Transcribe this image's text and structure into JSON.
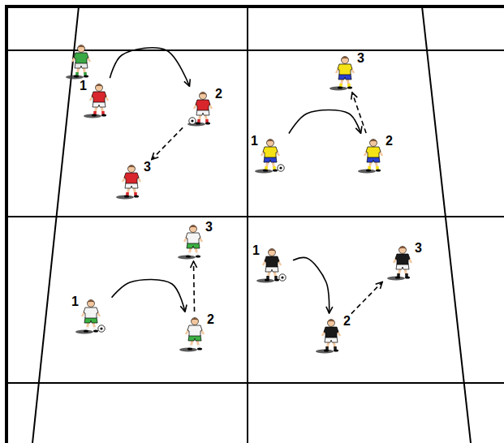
{
  "diagram": {
    "nodes": [
      {
        "text": [
          "1"
        ]
      },
      {
        "text": [
          "2"
        ]
      },
      {
        "text": [
          "3"
        ]
      },
      {
        "text": [
          "1"
        ]
      },
      {
        "text": [
          "2"
        ]
      },
      {
        "text": [
          "3"
        ]
      },
      {
        "text": [
          "1"
        ]
      },
      {
        "text": [
          "2"
        ]
      },
      {
        "text": [
          "3"
        ]
      },
      {
        "text": [
          "1"
        ]
      },
      {
        "text": [
          "2"
        ]
      },
      {
        "text": [
          "3"
        ]
      }
    ],
    "edges": [
      {
        "from": 0,
        "to": 1,
        "arrow": "to"
      },
      {
        "from": 1,
        "to": 2,
        "arrow": "to"
      },
      {
        "from": 3,
        "to": 4,
        "arrow": "to"
      },
      {
        "from": 4,
        "to": 5,
        "arrow": "to"
      },
      {
        "from": 6,
        "to": 7,
        "arrow": "to"
      },
      {
        "from": 7,
        "to": 8,
        "arrow": "to"
      },
      {
        "from": 9,
        "to": 10,
        "arrow": "to"
      },
      {
        "from": 10,
        "to": 11,
        "arrow": "to"
      }
    ]
  }
}
